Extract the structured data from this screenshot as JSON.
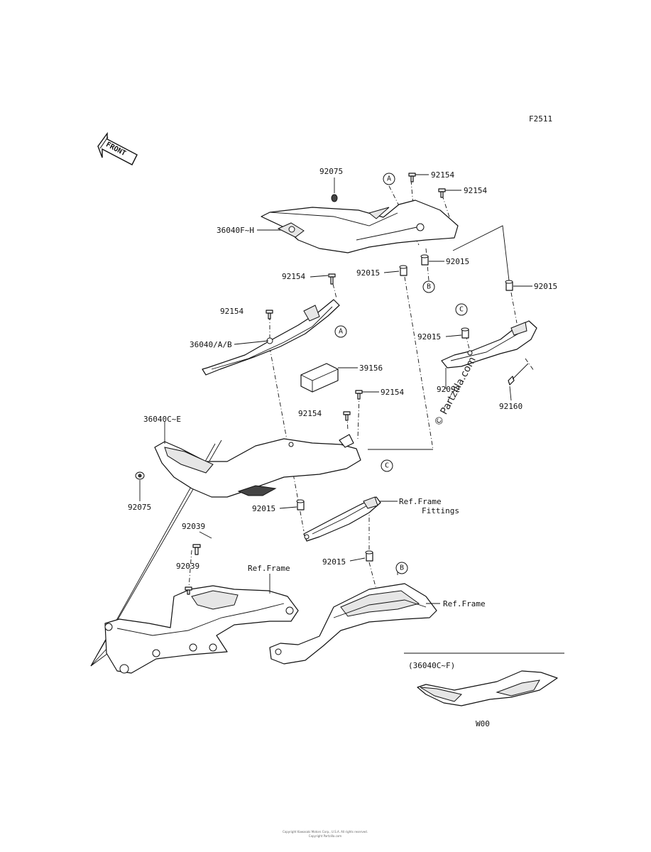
{
  "figure_code": "F2511",
  "front_label": "FRONT",
  "watermark": "© Partzilla.com",
  "callouts": {
    "a_top": "A",
    "a_mid": "A",
    "b_top": "B",
    "b_bottom": "B",
    "c_mid": "C",
    "c_right": "C"
  },
  "labels": {
    "p92075_top": "92075",
    "p92154_top1": "92154",
    "p92154_top2": "92154",
    "p36040fh": "36040F~H",
    "p92015_upper1": "92015",
    "p92015_upper2": "92015",
    "p92015_right": "92015",
    "p92154_mid1": "92154",
    "p92154_mid2": "92154",
    "p36040ab": "36040/A/B",
    "p39156": "39156",
    "p92015_c": "92015",
    "p92092": "92092",
    "p92160": "92160",
    "p92154_low1": "92154",
    "p92154_low2": "92154",
    "p36040ce": "36040C~E",
    "p92075_left": "92075",
    "p92015_low1": "92015",
    "ref_frame_fittings_1": "Ref.Frame",
    "ref_frame_fittings_2": "Fittings",
    "p92039_1": "92039",
    "p92039_2": "92039",
    "ref_frame_left": "Ref.Frame",
    "p92015_low2": "92015",
    "ref_frame_right": "Ref.Frame"
  },
  "inset": {
    "label": "(36040C~F)",
    "caption": "W00"
  },
  "footer": {
    "line1": "Copyright Kawasaki Motors Corp., U.S.A. All rights reserved.",
    "line2": "Copyright Partzilla.com"
  },
  "colors": {
    "ink": "#111111",
    "paper": "#ffffff",
    "shade": "#e6e6e6"
  }
}
